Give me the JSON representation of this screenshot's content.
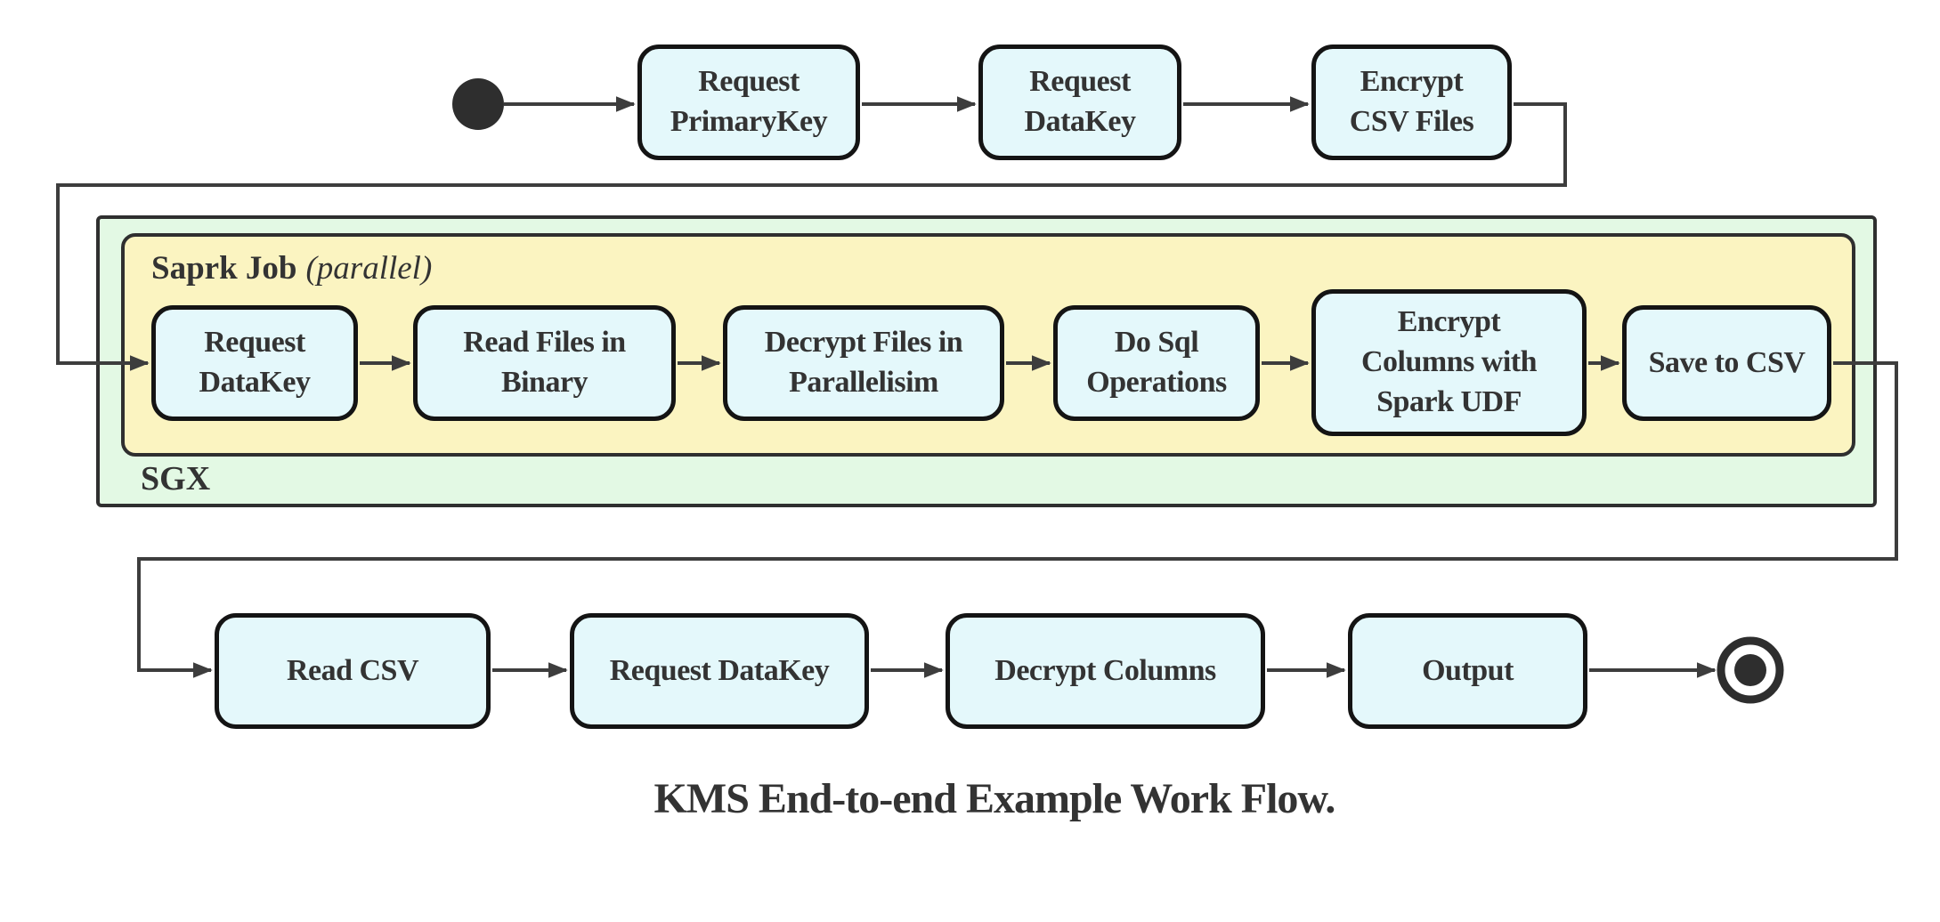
{
  "diagram": {
    "caption": "KMS End-to-end Example Work Flow.",
    "top_row": {
      "nodes": [
        {
          "label": "Request\nPrimaryKey"
        },
        {
          "label": "Request\nDataKey"
        },
        {
          "label": "Encrypt\nCSV Files"
        }
      ]
    },
    "sgx_container": {
      "label": "SGX",
      "spark_job_container": {
        "label_bold": "Saprk Job",
        "label_italic": "(parallel)",
        "nodes": [
          {
            "label": "Request\nDataKey"
          },
          {
            "label": "Read Files in\nBinary"
          },
          {
            "label": "Decrypt Files in\nParallelisim"
          },
          {
            "label": "Do Sql\nOperations"
          },
          {
            "label": "Encrypt\nColumns with\nSpark UDF"
          },
          {
            "label": "Save to CSV"
          }
        ]
      }
    },
    "bottom_row": {
      "nodes": [
        {
          "label": "Read CSV"
        },
        {
          "label": "Request DataKey"
        },
        {
          "label": "Decrypt Columns"
        },
        {
          "label": "Output"
        }
      ]
    },
    "markers": {
      "start": "initial-state-dot",
      "end": "final-state-double-circle"
    },
    "colors": {
      "node_fill": "#e4f8fb",
      "node_border": "#141414",
      "sgx_fill": "#e3f9e4",
      "spark_job_fill": "#fbf4c1",
      "container_border": "#2f2f2f",
      "connector": "#3d3d3d",
      "text": "#333333",
      "background": "#ffffff"
    }
  }
}
